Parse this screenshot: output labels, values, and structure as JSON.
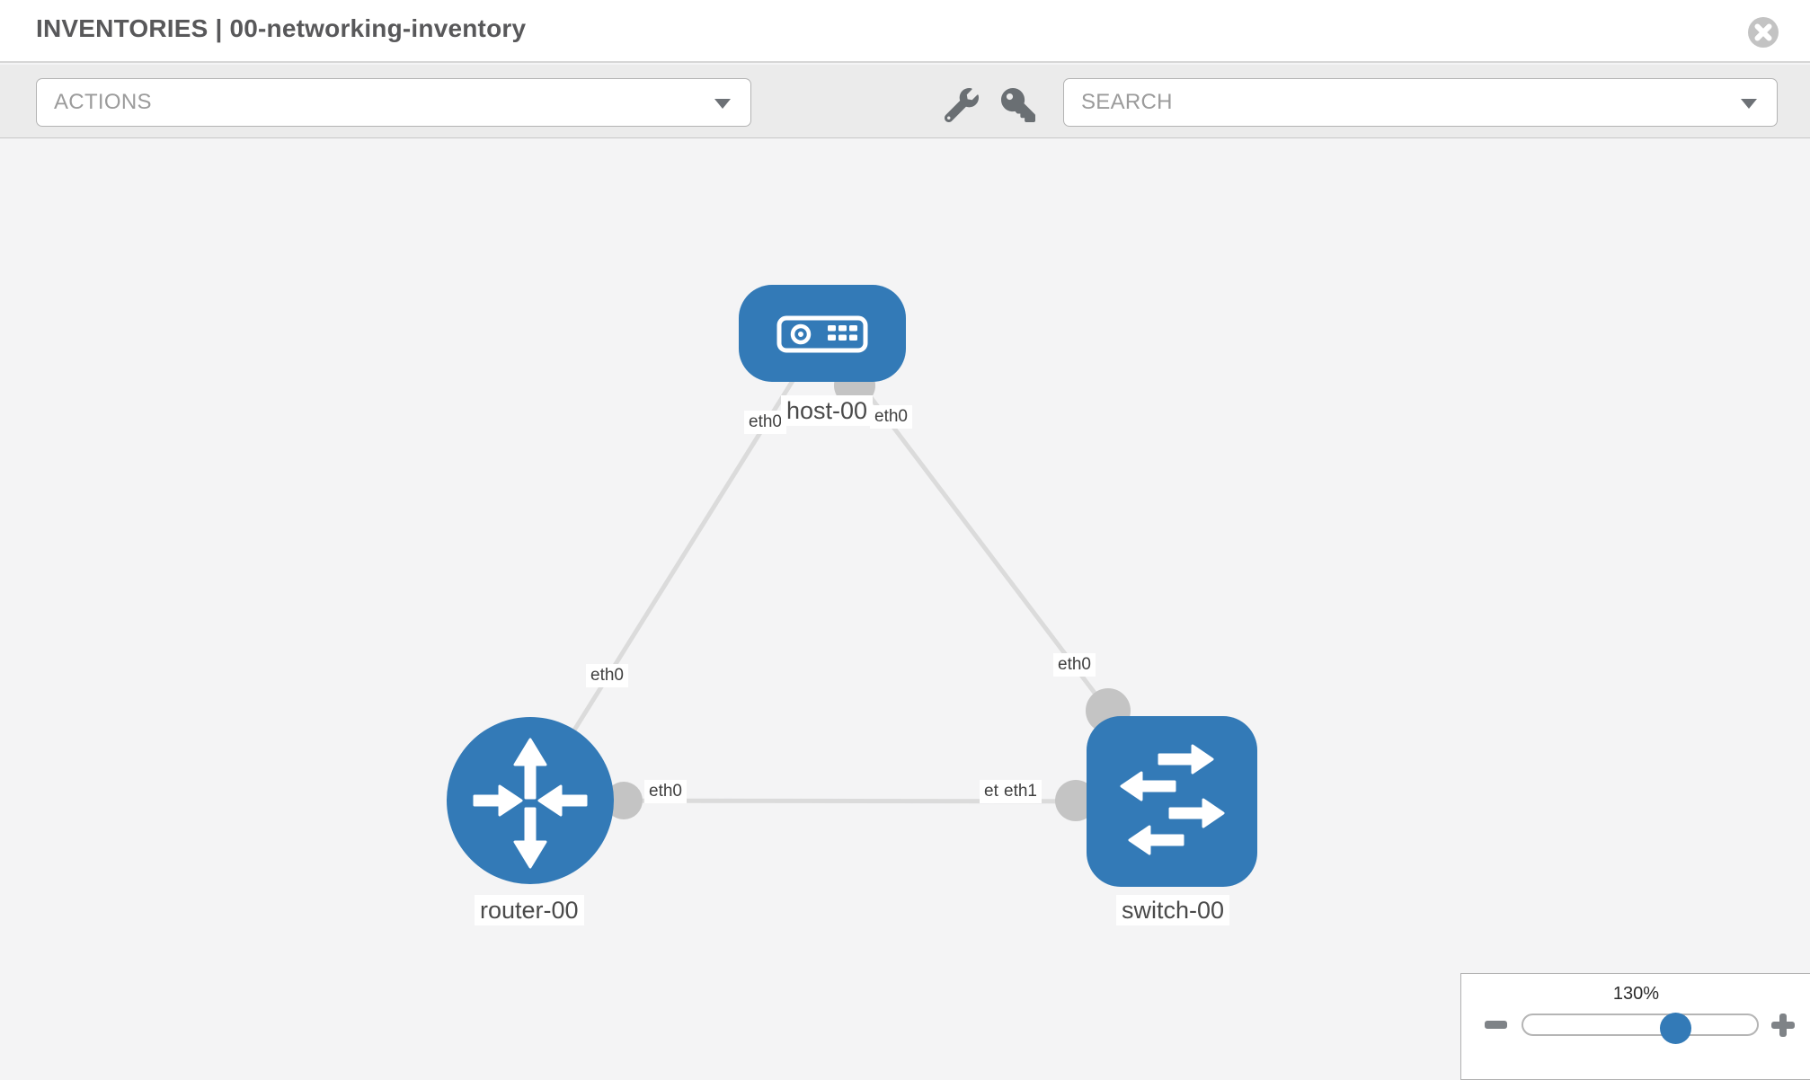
{
  "header": {
    "title": "INVENTORIES | 00-networking-inventory"
  },
  "toolbar": {
    "actions": {
      "label": "ACTIONS"
    },
    "search": {
      "label": "SEARCH"
    },
    "icons": [
      "wrench-icon",
      "key-icon",
      "chevron-down-icon"
    ]
  },
  "canvas": {
    "nodes": [
      {
        "id": "host-00",
        "type": "host",
        "label": "host-00"
      },
      {
        "id": "router-00",
        "type": "router",
        "label": "router-00"
      },
      {
        "id": "switch-00",
        "type": "switch",
        "label": "switch-00"
      }
    ],
    "links": [
      {
        "source": "host-00",
        "source_interface": "eth0",
        "target": "router-00",
        "target_interface": "eth0"
      },
      {
        "source": "host-00",
        "source_interface": "eth0",
        "target": "switch-00",
        "target_interface": "eth0"
      },
      {
        "source": "router-00",
        "source_interface": "eth0",
        "target": "switch-00",
        "target_interface": "eth1"
      }
    ],
    "obscured_interface_label": "eth0"
  },
  "zoom": {
    "value_label": "130%",
    "icons": [
      "minus-icon",
      "plus-icon"
    ]
  },
  "colors": {
    "node_fill": "#337ab7",
    "link": "#dbdbdb",
    "port": "#c4c4c4",
    "toolbar_bg": "#ebebeb",
    "canvas_bg": "#f4f4f5",
    "slider_thumb": "#337ab7"
  }
}
